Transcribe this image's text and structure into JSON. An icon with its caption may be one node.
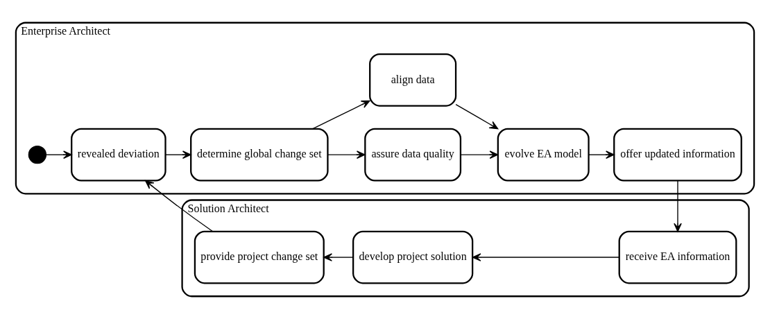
{
  "diagram": {
    "nodes": [
      {
        "text": [
          "Enterprise Architect"
        ]
      },
      {
        "text": [],
        "shape": "circle",
        "in": 0
      },
      {
        "text": [
          "revealed deviation"
        ],
        "in": 0
      },
      {
        "text": [
          "determine global change set"
        ],
        "in": 0
      },
      {
        "text": [
          "assure data quality"
        ],
        "in": 0
      },
      {
        "text": [
          "align data"
        ],
        "in": 0
      },
      {
        "text": [
          "evolve EA model"
        ],
        "in": 0
      },
      {
        "text": [
          "offer updated information"
        ],
        "in": 0
      },
      {
        "text": [
          "Solution Architect"
        ]
      },
      {
        "text": [
          "receive EA information"
        ],
        "in": 8
      },
      {
        "text": [
          "develop project solution"
        ],
        "in": 8
      },
      {
        "text": [
          "provide project change set"
        ],
        "in": 8
      }
    ],
    "edges": [
      {
        "from": 1,
        "to": 2,
        "arrow": "to"
      },
      {
        "from": 2,
        "to": 3,
        "arrow": "to"
      },
      {
        "from": 3,
        "to": 4,
        "arrow": "to"
      },
      {
        "from": 3,
        "to": 5,
        "arrow": "to"
      },
      {
        "from": 4,
        "to": 6,
        "arrow": "to"
      },
      {
        "from": 5,
        "to": 6,
        "arrow": "to"
      },
      {
        "from": 6,
        "to": 7,
        "arrow": "to"
      },
      {
        "from": 7,
        "to": 9,
        "arrow": "to"
      },
      {
        "from": 9,
        "to": 10,
        "arrow": "to"
      },
      {
        "from": 10,
        "to": 11,
        "arrow": "to"
      },
      {
        "from": 11,
        "to": 2,
        "arrow": "to"
      }
    ]
  }
}
